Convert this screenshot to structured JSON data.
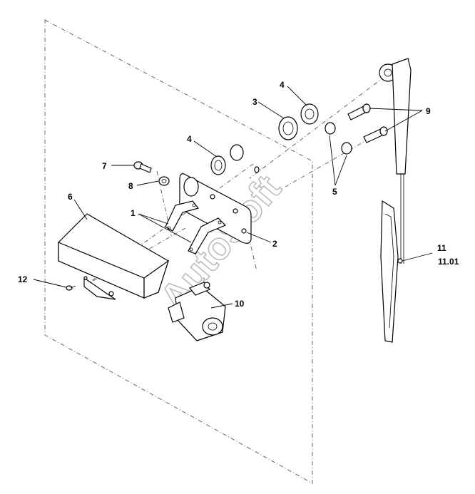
{
  "callouts": {
    "c1": "1",
    "c2": "2",
    "c3": "3",
    "c4a": "4",
    "c4b": "4",
    "c5": "5",
    "c6": "6",
    "c7": "7",
    "c8": "8",
    "c9": "9",
    "c10": "10",
    "c11": "11",
    "c11b": "11.01",
    "c12": "12"
  },
  "watermark": "AutoSoft"
}
